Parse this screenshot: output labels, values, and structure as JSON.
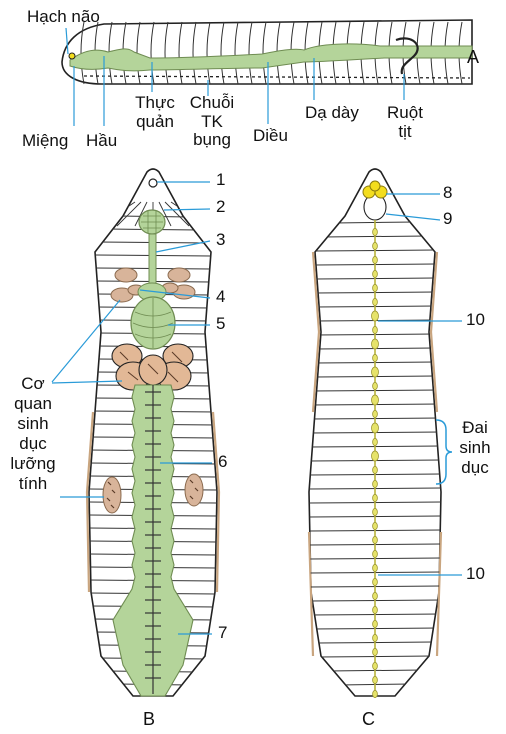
{
  "colors": {
    "gut_green": "#b4d49a",
    "gut_outline": "#6f8c52",
    "gonad_tan": "#d8b49a",
    "nerve_yellow": "#e6e36a",
    "ganglion_yellow": "#f3dd1e",
    "leader_blue": "#2a9bd8",
    "body_edge_brown": "#c9a57f",
    "line_dark": "#222222"
  },
  "panel_a": {
    "letter": "A",
    "hach_nao": "Hạch não",
    "mieng": "Miệng",
    "hau": "Hầu",
    "thuc_quan_1": "Thực",
    "thuc_quan_2": "quản",
    "chuoi_1": "Chuỗi",
    "chuoi_2": "TK",
    "chuoi_3": "bụng",
    "dieu": "Diều",
    "da_day": "Dạ dày",
    "ruot_tit_1": "Ruột",
    "ruot_tit_2": "tịt"
  },
  "panel_b": {
    "letter": "B",
    "n1": "1",
    "n2": "2",
    "n3": "3",
    "n4": "4",
    "n5": "5",
    "n6": "6",
    "n7": "7",
    "cq_1": "Cơ",
    "cq_2": "quan",
    "cq_3": "sinh",
    "cq_4": "dục",
    "cq_5": "lưỡng",
    "cq_6": "tính"
  },
  "panel_c": {
    "letter": "C",
    "n8": "8",
    "n9": "9",
    "n10a": "10",
    "n10b": "10",
    "dai_1": "Đai",
    "dai_2": "sinh",
    "dai_3": "dục"
  }
}
